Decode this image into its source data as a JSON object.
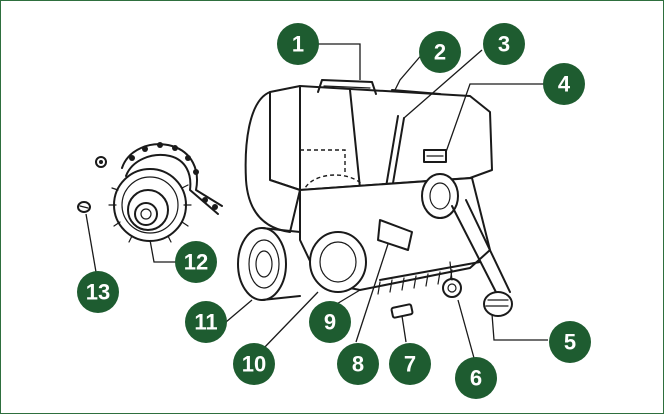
{
  "diagram": {
    "badge_color": "#1e5c30",
    "border_color": "#2e6f3e",
    "callouts": [
      {
        "id": "1",
        "label": "1"
      },
      {
        "id": "2",
        "label": "2"
      },
      {
        "id": "3",
        "label": "3"
      },
      {
        "id": "4",
        "label": "4"
      },
      {
        "id": "5",
        "label": "5"
      },
      {
        "id": "6",
        "label": "6"
      },
      {
        "id": "7",
        "label": "7"
      },
      {
        "id": "8",
        "label": "8"
      },
      {
        "id": "9",
        "label": "9"
      },
      {
        "id": "10",
        "label": "10"
      },
      {
        "id": "11",
        "label": "11"
      },
      {
        "id": "12",
        "label": "12"
      },
      {
        "id": "13",
        "label": "13"
      }
    ]
  }
}
